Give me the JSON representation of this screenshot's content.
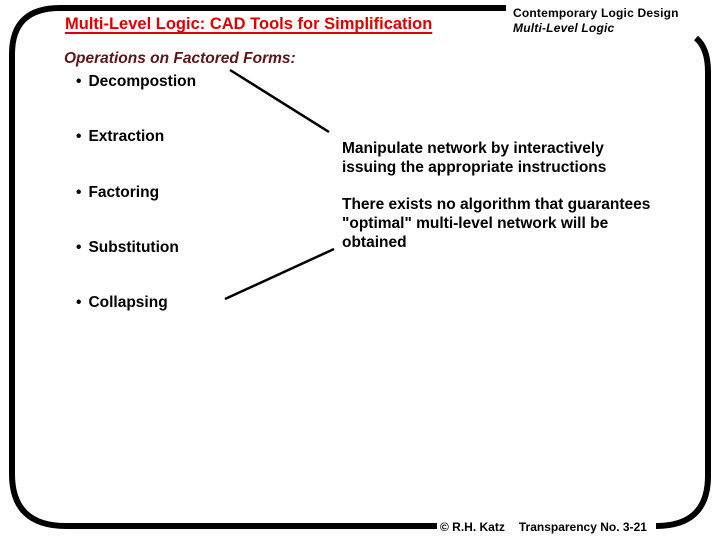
{
  "slide": {
    "title": "Multi-Level Logic: CAD Tools for Simplification",
    "header": {
      "book": "Contemporary Logic Design",
      "chapter": "Multi-Level Logic"
    },
    "section_heading": "Operations on Factored Forms:",
    "bullets": {
      "marker": "•",
      "items": [
        "Decompostion",
        "Extraction",
        "Factoring",
        "Substitution",
        "Collapsing"
      ]
    },
    "annotations": [
      {
        "lines": [
          "Manipulate network by interactively",
          "issuing the appropriate instructions"
        ]
      },
      {
        "lines": [
          "There exists no algorithm that guarantees",
          "\"optimal\" multi-level network will be",
          "obtained"
        ]
      }
    ],
    "footer": {
      "copyright": "© R.H. Katz",
      "transparency": "Transparency No. 3-21"
    },
    "colors": {
      "title": "#e00000",
      "section_heading": "#5c1616",
      "body_text": "#000000",
      "frame": "#000000",
      "background": "#ffffff"
    }
  }
}
